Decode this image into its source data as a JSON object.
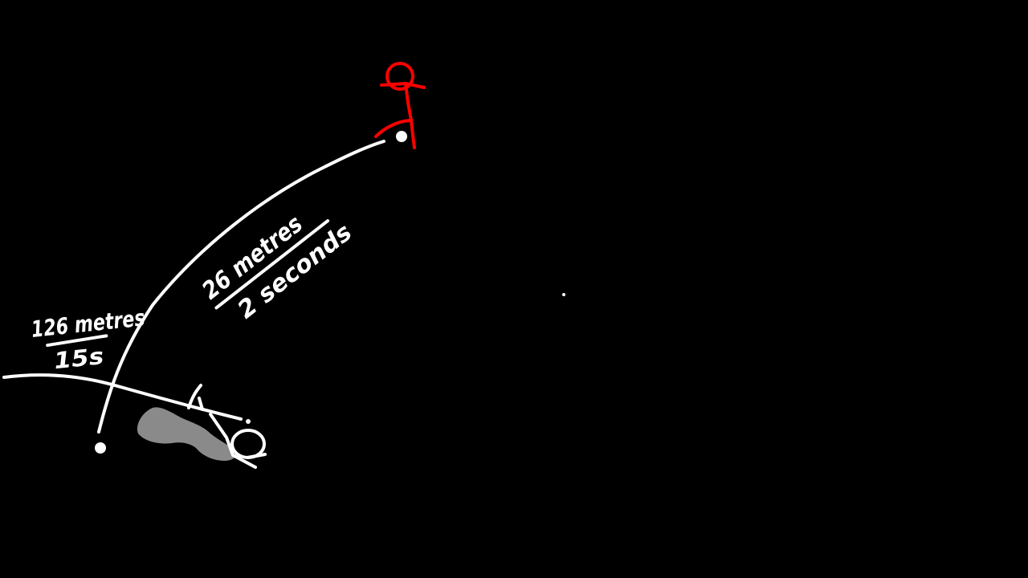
{
  "colors": {
    "background": "#000000",
    "chalk": "#ffffff",
    "figure": "#ff0000",
    "smudge": "#8a8a8a"
  },
  "labels": {
    "left_numerator": "126 metres",
    "left_denominator": "15s",
    "right_numerator": "26 metres",
    "right_denominator": "2 seconds"
  }
}
